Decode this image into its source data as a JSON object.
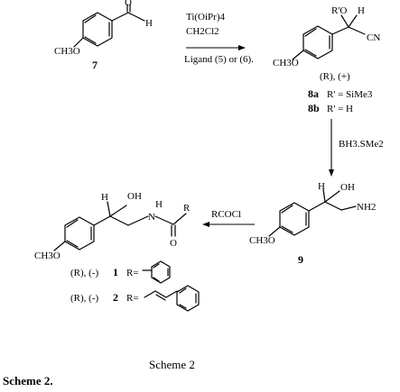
{
  "scheme": {
    "caption": "Scheme 2",
    "heading": "Scheme 2."
  },
  "compound7": {
    "number": "7",
    "methoxy": "CH3O",
    "carbonyl_o": "O",
    "aldehyde_h": "H"
  },
  "step1": {
    "reagent1": "Ti(OiPr)4",
    "reagent2": "CH2Cl2",
    "below": "Ligand (5) or (6)."
  },
  "compound8": {
    "r_group": "R'O",
    "h_atom": "H",
    "cn": "CN",
    "methoxy": "CH3O",
    "stereo": "(R), (+)",
    "label_8a_num": "8a",
    "label_8a_text": "R' = SiMe3",
    "label_8b_num": "8b",
    "label_8b_text": "R' = H"
  },
  "step2": {
    "reagent": "BH3.SMe2"
  },
  "compound9": {
    "number": "9",
    "h_atom": "H",
    "oh": "OH",
    "nh2": "NH2",
    "methoxy": "CH3O"
  },
  "step3": {
    "reagent": "RCOCl"
  },
  "amide": {
    "h_atom": "H",
    "oh": "OH",
    "nh_h": "H",
    "nh_n": "N",
    "r_group": "R",
    "carbonyl_o": "O",
    "methoxy": "CH3O",
    "product1_stereo": "(R), (-)",
    "product1_num": "1",
    "product1_req": "R=",
    "product2_stereo": "(R), (-)",
    "product2_num": "2",
    "product2_req": "R="
  },
  "colors": {
    "ink": "#000000",
    "background": "#ffffff"
  }
}
